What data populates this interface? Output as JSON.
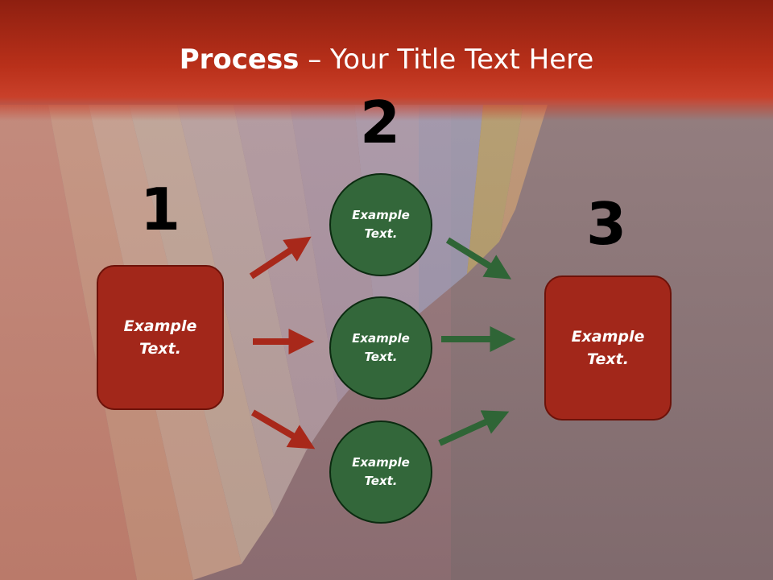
{
  "title": {
    "bold": "Process",
    "rest": " – Your Title Text Here"
  },
  "steps": [
    {
      "number": "1",
      "text_line1": "Example",
      "text_line2": "Text."
    },
    {
      "number": "2"
    },
    {
      "number": "3",
      "text_line1": "Example",
      "text_line2": "Text."
    }
  ],
  "circles": [
    {
      "text_line1": "Example",
      "text_line2": "Text."
    },
    {
      "text_line1": "Example",
      "text_line2": "Text."
    },
    {
      "text_line1": "Example",
      "text_line2": "Text."
    }
  ],
  "colors": {
    "red_arrow": "#a8281a",
    "green_arrow": "#2f6536",
    "box": "#a2271a",
    "circle": "#33673a"
  }
}
